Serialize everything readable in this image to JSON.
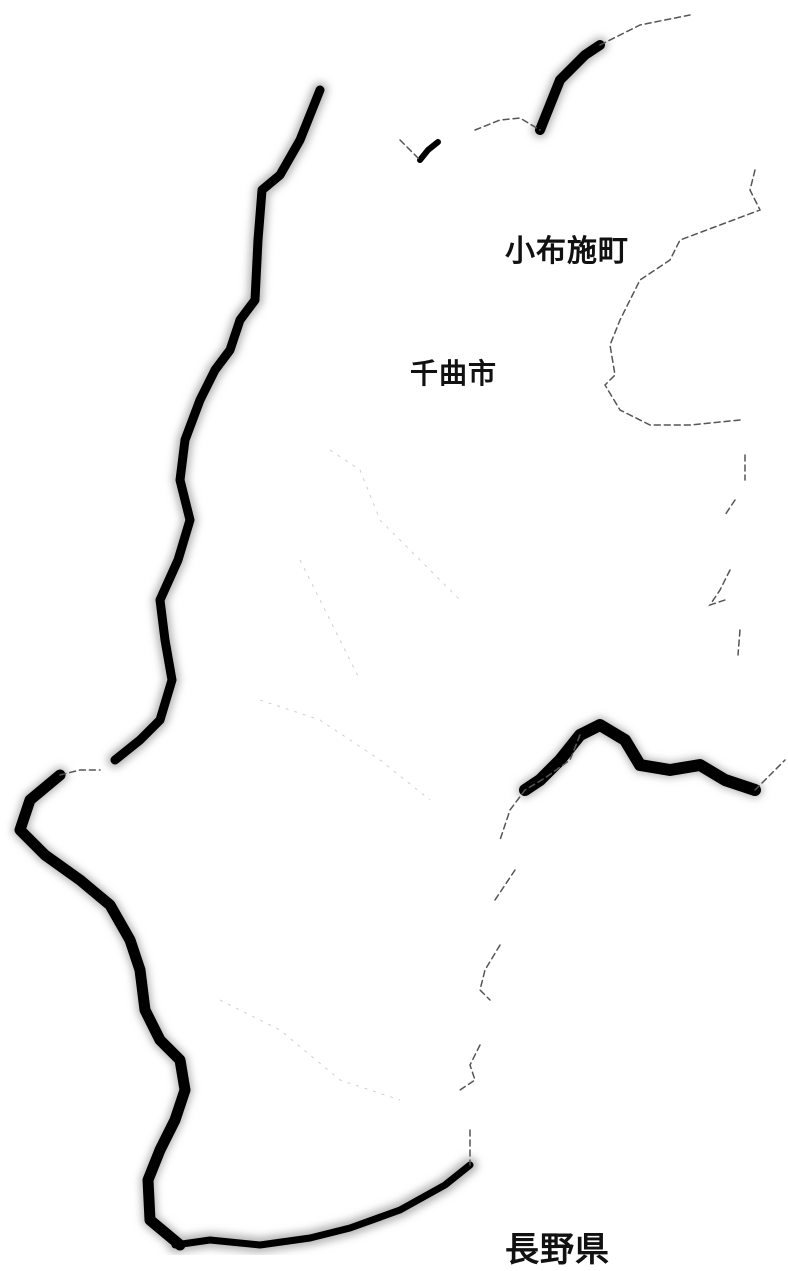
{
  "map": {
    "labels": {
      "obuse": "小布施町",
      "chikuma": "千曲市",
      "nagano_pref": "長野県"
    },
    "colors": {
      "background": "#ffffff",
      "river": "#000000",
      "river_shadow": "#9a9a9a",
      "boundary": "#555555",
      "label": "#111111"
    }
  }
}
